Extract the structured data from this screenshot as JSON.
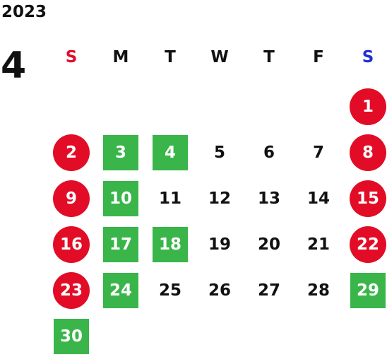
{
  "calendar": {
    "year": "2023",
    "month": "4",
    "weekdays": [
      "S",
      "M",
      "T",
      "W",
      "T",
      "F",
      "S"
    ],
    "colors": {
      "red": "#e20c26",
      "green": "#39b54a",
      "blue": "#1f2fd6",
      "text": "#111111"
    },
    "days": [
      {
        "label": "1",
        "col": 6,
        "row": 0,
        "style": "red"
      },
      {
        "label": "2",
        "col": 0,
        "row": 1,
        "style": "red"
      },
      {
        "label": "3",
        "col": 1,
        "row": 1,
        "style": "green"
      },
      {
        "label": "4",
        "col": 2,
        "row": 1,
        "style": "green"
      },
      {
        "label": "5",
        "col": 3,
        "row": 1,
        "style": "plain"
      },
      {
        "label": "6",
        "col": 4,
        "row": 1,
        "style": "plain"
      },
      {
        "label": "7",
        "col": 5,
        "row": 1,
        "style": "plain"
      },
      {
        "label": "8",
        "col": 6,
        "row": 1,
        "style": "red"
      },
      {
        "label": "9",
        "col": 0,
        "row": 2,
        "style": "red"
      },
      {
        "label": "10",
        "col": 1,
        "row": 2,
        "style": "green"
      },
      {
        "label": "11",
        "col": 2,
        "row": 2,
        "style": "plain"
      },
      {
        "label": "12",
        "col": 3,
        "row": 2,
        "style": "plain"
      },
      {
        "label": "13",
        "col": 4,
        "row": 2,
        "style": "plain"
      },
      {
        "label": "14",
        "col": 5,
        "row": 2,
        "style": "plain"
      },
      {
        "label": "15",
        "col": 6,
        "row": 2,
        "style": "red"
      },
      {
        "label": "16",
        "col": 0,
        "row": 3,
        "style": "red"
      },
      {
        "label": "17",
        "col": 1,
        "row": 3,
        "style": "green"
      },
      {
        "label": "18",
        "col": 2,
        "row": 3,
        "style": "green"
      },
      {
        "label": "19",
        "col": 3,
        "row": 3,
        "style": "plain"
      },
      {
        "label": "20",
        "col": 4,
        "row": 3,
        "style": "plain"
      },
      {
        "label": "21",
        "col": 5,
        "row": 3,
        "style": "plain"
      },
      {
        "label": "22",
        "col": 6,
        "row": 3,
        "style": "red"
      },
      {
        "label": "23",
        "col": 0,
        "row": 4,
        "style": "red"
      },
      {
        "label": "24",
        "col": 1,
        "row": 4,
        "style": "green"
      },
      {
        "label": "25",
        "col": 2,
        "row": 4,
        "style": "plain"
      },
      {
        "label": "26",
        "col": 3,
        "row": 4,
        "style": "plain"
      },
      {
        "label": "27",
        "col": 4,
        "row": 4,
        "style": "plain"
      },
      {
        "label": "28",
        "col": 5,
        "row": 4,
        "style": "plain"
      },
      {
        "label": "29",
        "col": 6,
        "row": 4,
        "style": "green"
      },
      {
        "label": "30",
        "col": 0,
        "row": 5,
        "style": "green"
      }
    ]
  }
}
